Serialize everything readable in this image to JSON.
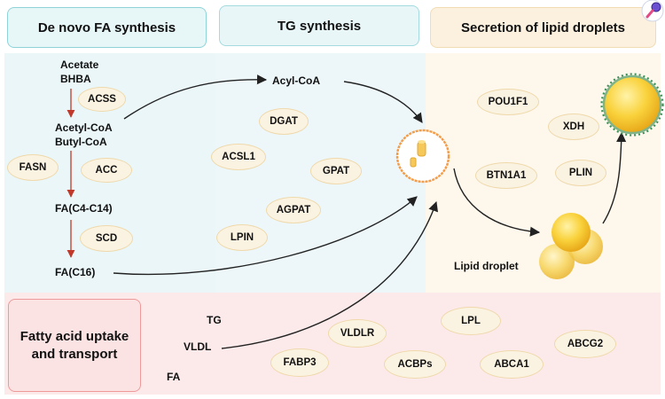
{
  "headers": {
    "de_novo": "De novo FA synthesis",
    "tg": "TG synthesis",
    "secretion": "Secretion of lipid droplets",
    "uptake": "Fatty acid uptake and transport"
  },
  "de_novo": {
    "acetate": "Acetate",
    "bhba": "BHBA",
    "acss": "ACSS",
    "acetyl_coa": "Acetyl-CoA",
    "butyl_coa": "Butyl-CoA",
    "fasn": "FASN",
    "acc": "ACC",
    "fa_c4_c14": "FA(C4-C14)",
    "scd": "SCD",
    "fa_c16": "FA(C16)"
  },
  "tg": {
    "acyl_coa": "Acyl-CoA",
    "dgat": "DGAT",
    "acsl1": "ACSL1",
    "gpat": "GPAT",
    "agpat": "AGPAT",
    "lpin": "LPIN"
  },
  "secretion": {
    "pou1f1": "POU1F1",
    "xdh": "XDH",
    "btn1a1": "BTN1A1",
    "plin": "PLIN",
    "lipid_droplet": "Lipid droplet"
  },
  "uptake": {
    "tg": "TG",
    "vldl": "VLDL",
    "fa": "FA",
    "vldlr": "VLDLR",
    "lpl": "LPL",
    "abcg2": "ABCG2",
    "fabp3": "FABP3",
    "acbps": "ACBPs",
    "abca1": "ABCA1"
  },
  "colors": {
    "blue_header_fill": "#e7f6f7",
    "blue_header_border": "#8fd3d9",
    "blue_panel": "#eaf6f8",
    "cream_header_fill": "#fcf1df",
    "cream_panel": "#fdf7ec",
    "pink_header_fill": "#fbe3e3",
    "pink_header_border": "#ee9a9a",
    "pink_panel": "#fce9ea",
    "oval_fill": "#fbf3e2",
    "arrow_dark": "#222222",
    "arrow_red": "#c0392b",
    "droplet_yellow": "#f7c531",
    "cell_orange": "#f39c4a"
  },
  "icons": {
    "corner": "magnifier-icon"
  }
}
